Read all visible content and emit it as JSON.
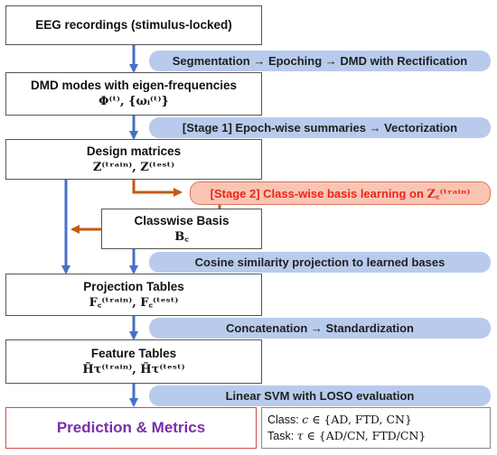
{
  "nodes": {
    "eeg": "EEG recordings (stimulus-locked)",
    "dmd_title": "DMD modes with eigen-frequencies",
    "dmd_math": "Φ⁽ᵗ⁾, {ωᵢ⁽ᵗ⁾}",
    "design_title": "Design matrices",
    "design_math": "Z⁽ᵗʳᵃⁱⁿ⁾, Z⁽ᵗᵉˢᵗ⁾",
    "basis_title": "Classwise Basis",
    "basis_math": "B꜀",
    "projection_title": "Projection Tables",
    "projection_math": "F꜀⁽ᵗʳᵃⁱⁿ⁾, F꜀⁽ᵗᵉˢᵗ⁾",
    "feature_title": "Feature Tables",
    "feature_math": "H̃τ⁽ᵗʳᵃⁱⁿ⁾, H̃τ⁽ᵗᵉˢᵗ⁾",
    "prediction": "Prediction & Metrics"
  },
  "steps": {
    "segmentation": "Segmentation → Epoching  → DMD with Rectification",
    "stage1": "[Stage 1] Epoch-wise summaries → Vectorization",
    "stage2": "[Stage 2] Class-wise basis learning on ",
    "stage2_math": "Z꜀⁽ᵗʳᵃⁱⁿ⁾",
    "cosine": "Cosine similarity projection to learned bases",
    "concat": "Concatenation → Standardization",
    "svm": "Linear SVM with LOSO evaluation"
  },
  "legend": {
    "class_label": "Class: ",
    "class_var": "c",
    "class_set": " ∈ {AD, FTD, CN}",
    "task_label": "Task: ",
    "task_var": "τ",
    "task_set": " ∈ {AD/CN, FTD/CN}"
  },
  "colors": {
    "flow_arrow": "#4472c4",
    "stage2_arrow": "#c55a11",
    "pill_fill": "#b8cbec",
    "stage2_fill": "#f9c5b2",
    "stage2_text": "#e8261f",
    "prediction_text": "#7a2fa8",
    "prediction_border": "#d24b4b"
  }
}
